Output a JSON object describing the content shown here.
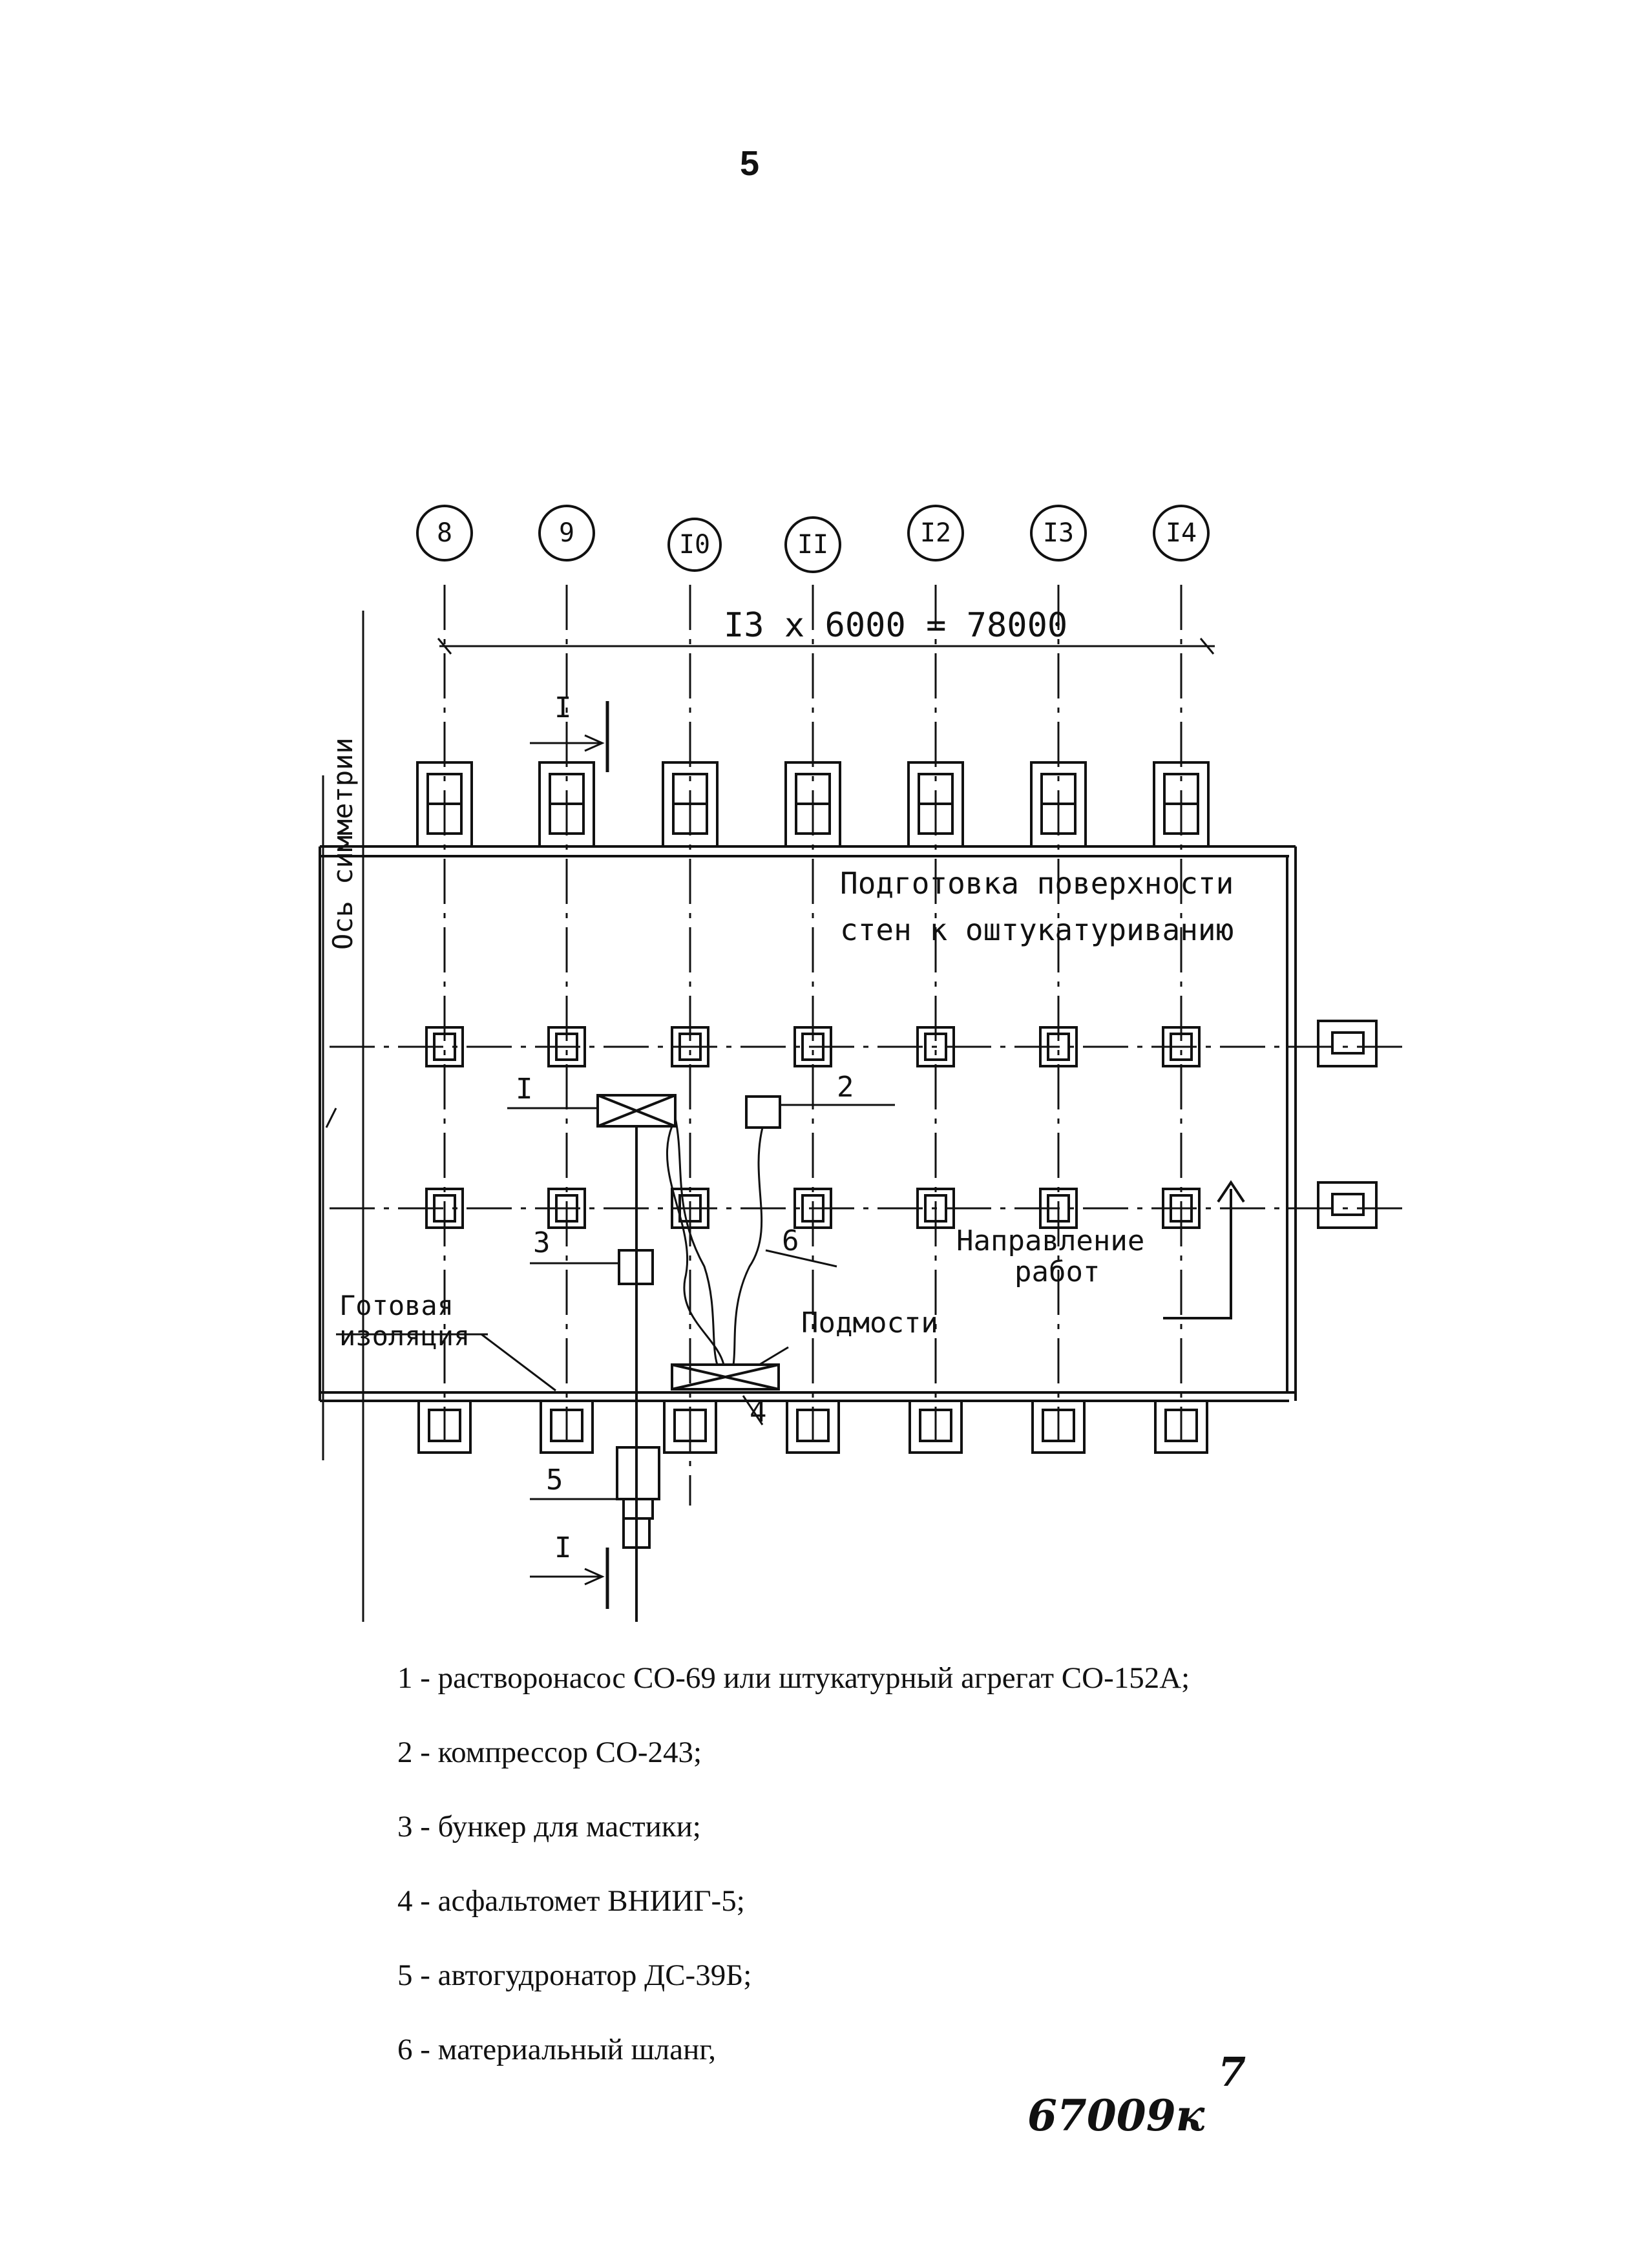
{
  "page_number": "5",
  "axes": [
    "8",
    "9",
    "I0",
    "II",
    "I2",
    "I3",
    "I4"
  ],
  "dimension": "I3 x 6000 = 78000",
  "symmetry_axis": "Ось симметрии",
  "section_mark": "I",
  "labels": {
    "work_title_line1": "Подготовка поверхности",
    "work_title_line2": "стен к оштукатуриванию",
    "direction_line1": "Направление",
    "direction_line2": "работ",
    "scaffold": "Подмости",
    "ready_insulation_line1": "Готовая",
    "ready_insulation_line2": "изоляция",
    "item1": "I",
    "item2": "2",
    "item3": "3",
    "item4": "4",
    "item5": "5",
    "item6": "6"
  },
  "legend": [
    "1 - растворонасос СО-69 или штукатурный агрегат СО-152А;",
    "2 - компрессор СО-243;",
    "3 - бункер для мастики;",
    "4 - асфальтомет ВНИИГ-5;",
    "5 - автогудронатор ДС-39Б;",
    "6 - материальный шланг,"
  ],
  "handwritten_sheet": "7",
  "handwritten_code": "67009к"
}
